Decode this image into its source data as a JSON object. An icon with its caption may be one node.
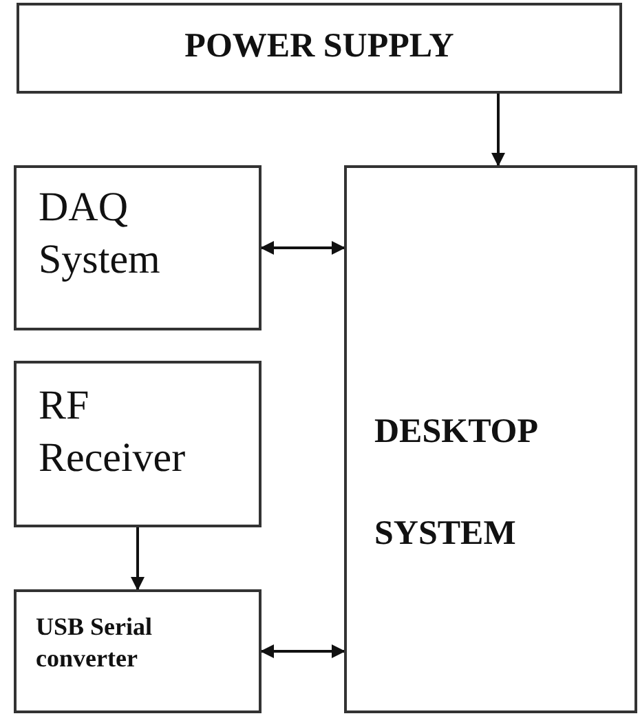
{
  "diagram": {
    "nodes": [
      {
        "text": [
          "POWER SUPPLY"
        ]
      },
      {
        "text": [
          "DAQ System"
        ]
      },
      {
        "text": [
          "RF Receiver"
        ]
      },
      {
        "text": [
          "USB Serial converter"
        ]
      },
      {
        "text": [
          "DESKTOP",
          "SYSTEM"
        ]
      }
    ],
    "edges": [
      {
        "from": 0,
        "to": 4,
        "arrow": "to"
      },
      {
        "from": 1,
        "to": 4,
        "arrow": "both"
      },
      {
        "from": 2,
        "to": 3,
        "arrow": "to"
      },
      {
        "from": 3,
        "to": 4,
        "arrow": "both"
      }
    ]
  }
}
